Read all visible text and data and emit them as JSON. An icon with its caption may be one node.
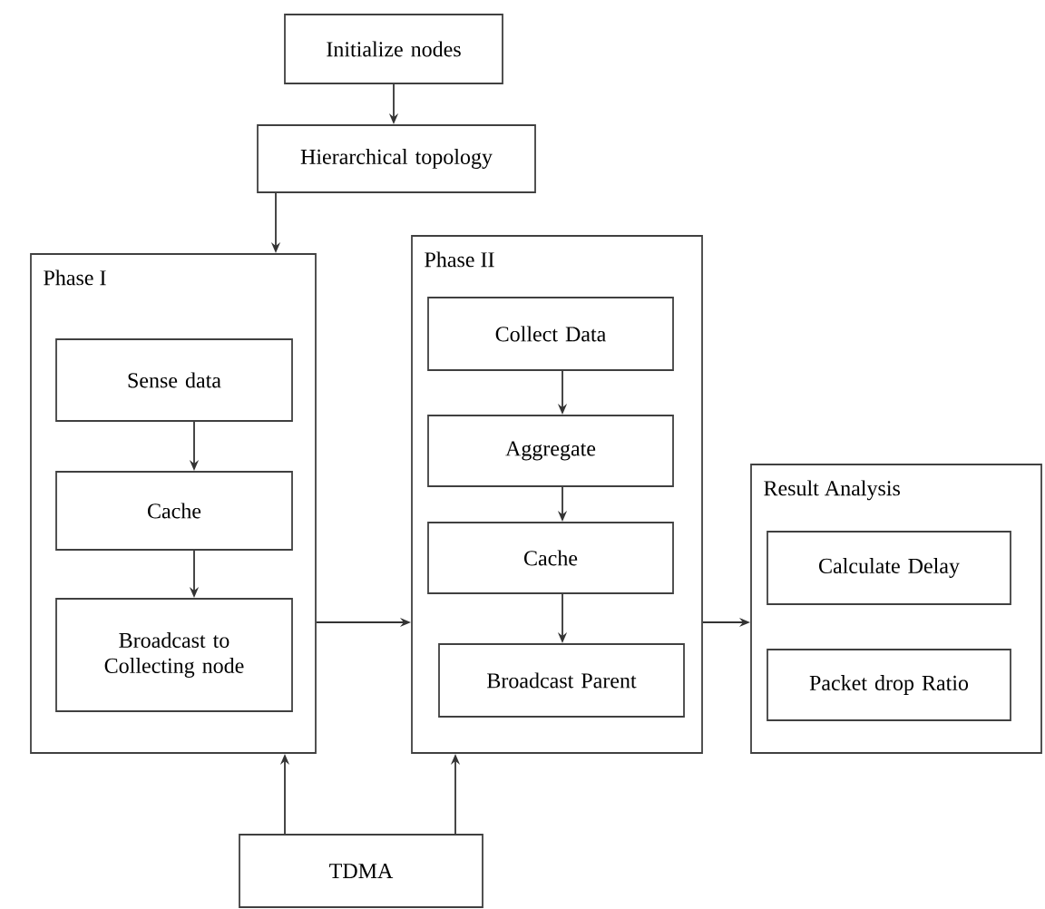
{
  "diagram": {
    "nodes": [
      {
        "text": [
          "Initialize nodes"
        ]
      },
      {
        "text": [
          "Hierarchical topology"
        ]
      },
      {
        "text": [
          "Phase I"
        ]
      },
      {
        "text": [
          "Sense data"
        ],
        "in": 2
      },
      {
        "text": [
          "Cache"
        ],
        "in": 2
      },
      {
        "text": [
          "Broadcast to Collecting node"
        ],
        "in": 2
      },
      {
        "text": [
          "Phase II"
        ]
      },
      {
        "text": [
          "Collect Data"
        ],
        "in": 6
      },
      {
        "text": [
          "Aggregate"
        ],
        "in": 6
      },
      {
        "text": [
          "Cache"
        ],
        "in": 6
      },
      {
        "text": [
          "Broadcast Parent"
        ],
        "in": 6
      },
      {
        "text": [
          "Result Analysis"
        ]
      },
      {
        "text": [
          "Calculate Delay"
        ],
        "in": 11
      },
      {
        "text": [
          "Packet drop Ratio"
        ],
        "in": 11
      },
      {
        "text": [
          "TDMA"
        ]
      }
    ],
    "edges": [
      {
        "from": 0,
        "to": 1,
        "arrow": "to"
      },
      {
        "from": 1,
        "to": 2,
        "arrow": "to"
      },
      {
        "from": 3,
        "to": 4,
        "arrow": "to"
      },
      {
        "from": 4,
        "to": 5,
        "arrow": "to"
      },
      {
        "from": 7,
        "to": 8,
        "arrow": "to"
      },
      {
        "from": 8,
        "to": 9,
        "arrow": "to"
      },
      {
        "from": 9,
        "to": 10,
        "arrow": "to"
      },
      {
        "from": 2,
        "to": 6,
        "arrow": "to"
      },
      {
        "from": 6,
        "to": 11,
        "arrow": "to"
      },
      {
        "from": 14,
        "to": 2,
        "arrow": "to"
      },
      {
        "from": 14,
        "to": 6,
        "arrow": "to"
      }
    ]
  }
}
